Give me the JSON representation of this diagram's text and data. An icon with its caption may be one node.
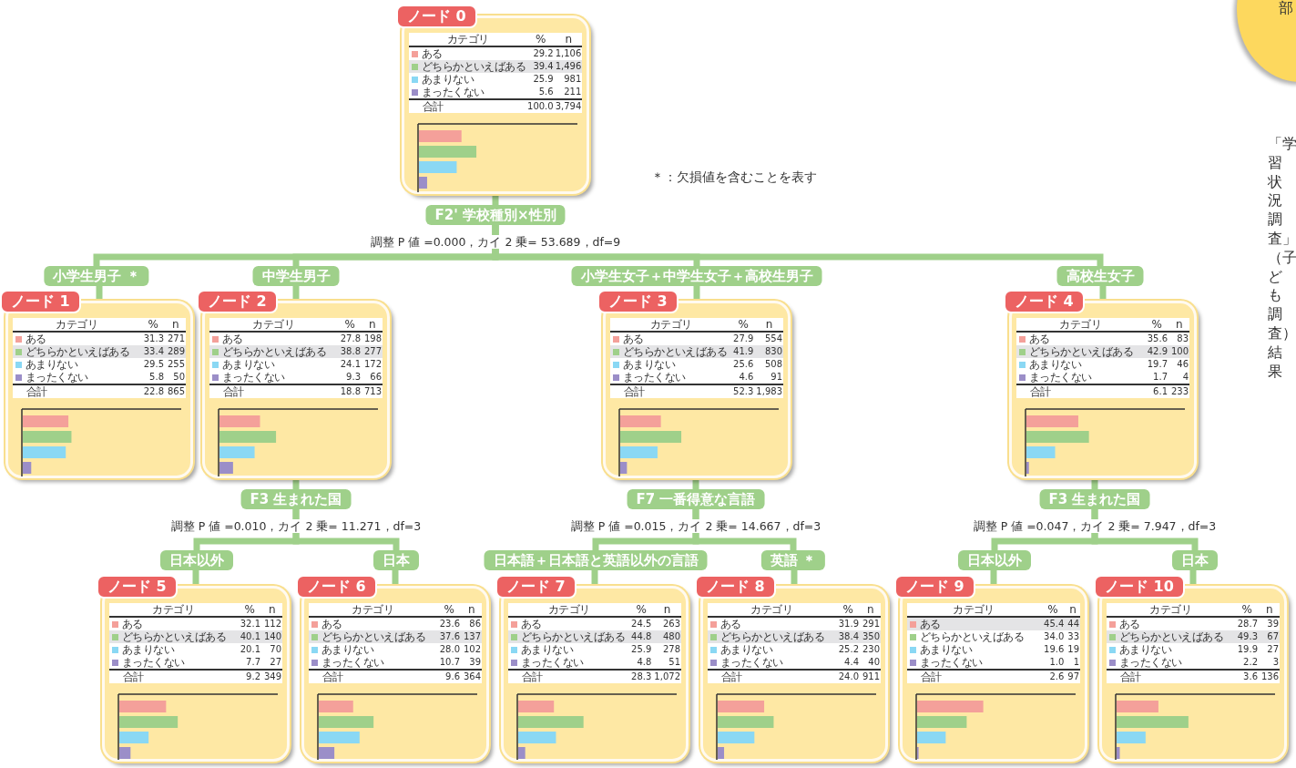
{
  "diagram": {
    "nodes": [
      {
        "text": [
          "ノード 0",
          "カテゴリ",
          "%",
          "n",
          "ある",
          "29.2",
          "1,106",
          "どちらかといえばある",
          "39.4",
          "1,496",
          "あまりない",
          "25.9",
          "981",
          "まったくない",
          "5.6",
          "211",
          "合計",
          "100.0",
          "3,794"
        ]
      },
      {
        "text": [
          "F2' 学校種別×性別"
        ],
        "beside": [
          "調整 P 値 =0.000，カイ 2 乗= 53.689，df=9"
        ]
      },
      {
        "text": [
          "小学生男子 ＊"
        ]
      },
      {
        "text": [
          "中学生男子"
        ]
      },
      {
        "text": [
          "小学生女子＋中学生女子＋高校生男子"
        ]
      },
      {
        "text": [
          "高校生女子"
        ]
      },
      {
        "text": [
          "ノード 1",
          "カテゴリ",
          "%",
          "n",
          "ある",
          "31.3",
          "271",
          "どちらかといえばある",
          "33.4",
          "289",
          "あまりない",
          "29.5",
          "255",
          "まったくない",
          "5.8",
          "50",
          "合計",
          "22.8",
          "865"
        ]
      },
      {
        "text": [
          "ノード 2",
          "カテゴリ",
          "%",
          "n",
          "ある",
          "27.8",
          "198",
          "どちらかといえばある",
          "38.8",
          "277",
          "あまりない",
          "24.1",
          "172",
          "まったくない",
          "9.3",
          "66",
          "合計",
          "18.8",
          "713"
        ]
      },
      {
        "text": [
          "ノード 3",
          "カテゴリ",
          "%",
          "n",
          "ある",
          "27.9",
          "554",
          "どちらかといえばある",
          "41.9",
          "830",
          "あまりない",
          "25.6",
          "508",
          "まったくない",
          "4.6",
          "91",
          "合計",
          "52.3",
          "1,983"
        ]
      },
      {
        "text": [
          "ノード 4",
          "カテゴリ",
          "%",
          "n",
          "ある",
          "35.6",
          "83",
          "どちらかといえばある",
          "42.9",
          "100",
          "あまりない",
          "19.7",
          "46",
          "まったくない",
          "1.7",
          "4",
          "合計",
          "6.1",
          "233"
        ]
      },
      {
        "text": [
          "F3 生まれた国"
        ],
        "beside": [
          "調整 P 値 =0.010，カイ 2 乗= 11.271，df=3"
        ]
      },
      {
        "text": [
          "F7 一番得意な言語"
        ],
        "beside": [
          "調整 P 値 =0.015，カイ 2 乗= 14.667，df=3"
        ]
      },
      {
        "text": [
          "F3 生まれた国"
        ],
        "beside": [
          "調整 P 値 =0.047，カイ 2 乗= 7.947，df=3"
        ]
      },
      {
        "text": [
          "日本以外"
        ]
      },
      {
        "text": [
          "日本"
        ]
      },
      {
        "text": [
          "日本語＋日本語と英語以外の言語"
        ]
      },
      {
        "text": [
          "英語 ＊"
        ]
      },
      {
        "text": [
          "日本以外"
        ]
      },
      {
        "text": [
          "日本"
        ]
      },
      {
        "text": [
          "ノード 5",
          "カテゴリ",
          "%",
          "n",
          "ある",
          "32.1",
          "112",
          "どちらかといえばある",
          "40.1",
          "140",
          "あまりない",
          "20.1",
          "70",
          "まったくない",
          "7.7",
          "27",
          "合計",
          "9.2",
          "349"
        ]
      },
      {
        "text": [
          "ノード 6",
          "カテゴリ",
          "%",
          "n",
          "ある",
          "23.6",
          "86",
          "どちらかといえばある",
          "37.6",
          "137",
          "あまりない",
          "28.0",
          "102",
          "まったくない",
          "10.7",
          "39",
          "合計",
          "9.6",
          "364"
        ]
      },
      {
        "text": [
          "ノード 7",
          "カテゴリ",
          "%",
          "n",
          "ある",
          "24.5",
          "263",
          "どちらかといえばある",
          "44.8",
          "480",
          "あまりない",
          "25.9",
          "278",
          "まったくない",
          "4.8",
          "51",
          "合計",
          "28.3",
          "1,072"
        ]
      },
      {
        "text": [
          "ノード 8",
          "カテゴリ",
          "%",
          "n",
          "ある",
          "31.9",
          "291",
          "どちらかといえばある",
          "38.4",
          "350",
          "あまりない",
          "25.2",
          "230",
          "まったくない",
          "4.4",
          "40",
          "合計",
          "24.0",
          "911"
        ]
      },
      {
        "text": [
          "ノード 9",
          "カテゴリ",
          "%",
          "n",
          "ある",
          "45.4",
          "44",
          "どちらかといえばある",
          "34.0",
          "33",
          "あまりない",
          "19.6",
          "19",
          "まったくない",
          "1.0",
          "1",
          "合計",
          "2.6",
          "97"
        ]
      },
      {
        "text": [
          "ノード 10",
          "カテゴリ",
          "%",
          "n",
          "ある",
          "28.7",
          "39",
          "どちらかといえばある",
          "49.3",
          "67",
          "あまりない",
          "19.9",
          "27",
          "まったくない",
          "2.2",
          "3",
          "合計",
          "3.6",
          "136"
        ]
      }
    ],
    "edges": [
      {
        "from": 0,
        "to": 1,
        "arrow": "none"
      },
      {
        "from": 1,
        "to": 2,
        "arrow": "none"
      },
      {
        "from": 1,
        "to": 3,
        "arrow": "none"
      },
      {
        "from": 1,
        "to": 4,
        "arrow": "none"
      },
      {
        "from": 1,
        "to": 5,
        "arrow": "none"
      },
      {
        "from": 2,
        "to": 6,
        "arrow": "none"
      },
      {
        "from": 3,
        "to": 7,
        "arrow": "none"
      },
      {
        "from": 4,
        "to": 8,
        "arrow": "none"
      },
      {
        "from": 5,
        "to": 9,
        "arrow": "none"
      },
      {
        "from": 7,
        "to": 10,
        "arrow": "none"
      },
      {
        "from": 8,
        "to": 11,
        "arrow": "none"
      },
      {
        "from": 9,
        "to": 12,
        "arrow": "none"
      },
      {
        "from": 10,
        "to": 13,
        "arrow": "none"
      },
      {
        "from": 10,
        "to": 14,
        "arrow": "none"
      },
      {
        "from": 11,
        "to": 15,
        "arrow": "none"
      },
      {
        "from": 11,
        "to": 16,
        "arrow": "none"
      },
      {
        "from": 12,
        "to": 17,
        "arrow": "none"
      },
      {
        "from": 12,
        "to": 18,
        "arrow": "none"
      },
      {
        "from": 13,
        "to": 19,
        "arrow": "none"
      },
      {
        "from": 14,
        "to": 20,
        "arrow": "none"
      },
      {
        "from": 15,
        "to": 21,
        "arrow": "none"
      },
      {
        "from": 16,
        "to": 22,
        "arrow": "none"
      },
      {
        "from": 17,
        "to": 23,
        "arrow": "none"
      },
      {
        "from": 18,
        "to": 24,
        "arrow": "none"
      }
    ],
    "labels": [
      "＊：欠損値を含むことを表す",
      "部",
      "「学習状況調査」（子ども調査）結果"
    ]
  }
}
